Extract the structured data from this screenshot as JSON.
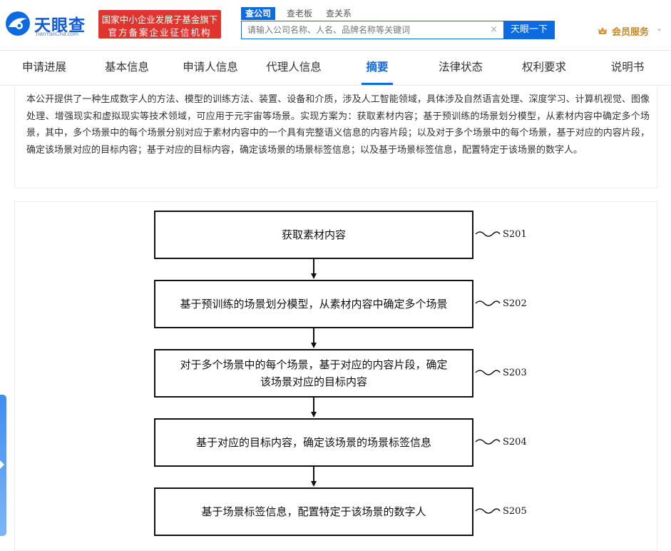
{
  "header": {
    "logo_name": "天眼查",
    "logo_sub": "TianYanCha.com",
    "slogan_line1": "国家中小企业发展子基金旗下",
    "slogan_line2": "官方备案企业征信机构",
    "search_tabs": [
      "查公司",
      "查老板",
      "查关系"
    ],
    "search_placeholder": "请输入公司名称、人名、品牌名称等关键词",
    "search_button": "天眼一下",
    "vip_label": "会员服务",
    "accent_color": "#0d6ae0",
    "slogan_color": "#e2342e"
  },
  "nav_tabs": [
    {
      "label": "申请进展"
    },
    {
      "label": "基本信息"
    },
    {
      "label": "申请人信息"
    },
    {
      "label": "代理人信息"
    },
    {
      "label": "摘要"
    },
    {
      "label": "法律状态"
    },
    {
      "label": "权利要求"
    },
    {
      "label": "说明书"
    }
  ],
  "active_tab": "摘要",
  "abstract": {
    "text": "本公开提供了一种生成数字人的方法、模型的训练方法、装置、设备和介质，涉及人工智能领域，具体涉及自然语言处理、深度学习、计算机视觉、图像处理、增强现实和虚拟现实等技术领域，可应用于元宇宙等场景。实现方案为：获取素材内容；基于预训练的场景划分模型，从素材内容中确定多个场景，其中，多个场景中的每个场景分别对应于素材内容中的一个具有完整语义信息的内容片段；以及对于多个场景中的每个场景，基于对应的内容片段，确定该场景对应的目标内容；基于对应的目标内容，确定该场景的场景标签信息；以及基于场景标签信息，配置特定于该场景的数字人。"
  },
  "flowchart": {
    "steps": [
      {
        "lines": [
          "获取素材内容"
        ],
        "label": "S201"
      },
      {
        "lines": [
          "基于预训练的场景划分模型，从素材内容中确定多个场景"
        ],
        "label": "S202"
      },
      {
        "lines": [
          "对于多个场景中的每个场景，基于对应的内容片段，确定",
          "该场景对应的目标内容"
        ],
        "label": "S203"
      },
      {
        "lines": [
          "基于对应的目标内容，确定该场景的场景标签信息"
        ],
        "label": "S204"
      },
      {
        "lines": [
          "基于场景标签信息，配置特定于该场景的数字人"
        ],
        "label": "S205"
      }
    ]
  },
  "icons": {
    "logo": "tianyancha-logo-icon",
    "clear": "clear-icon",
    "vip": "crown-icon",
    "chevron": "chevron-down-icon",
    "side": "side-expand-handle"
  }
}
